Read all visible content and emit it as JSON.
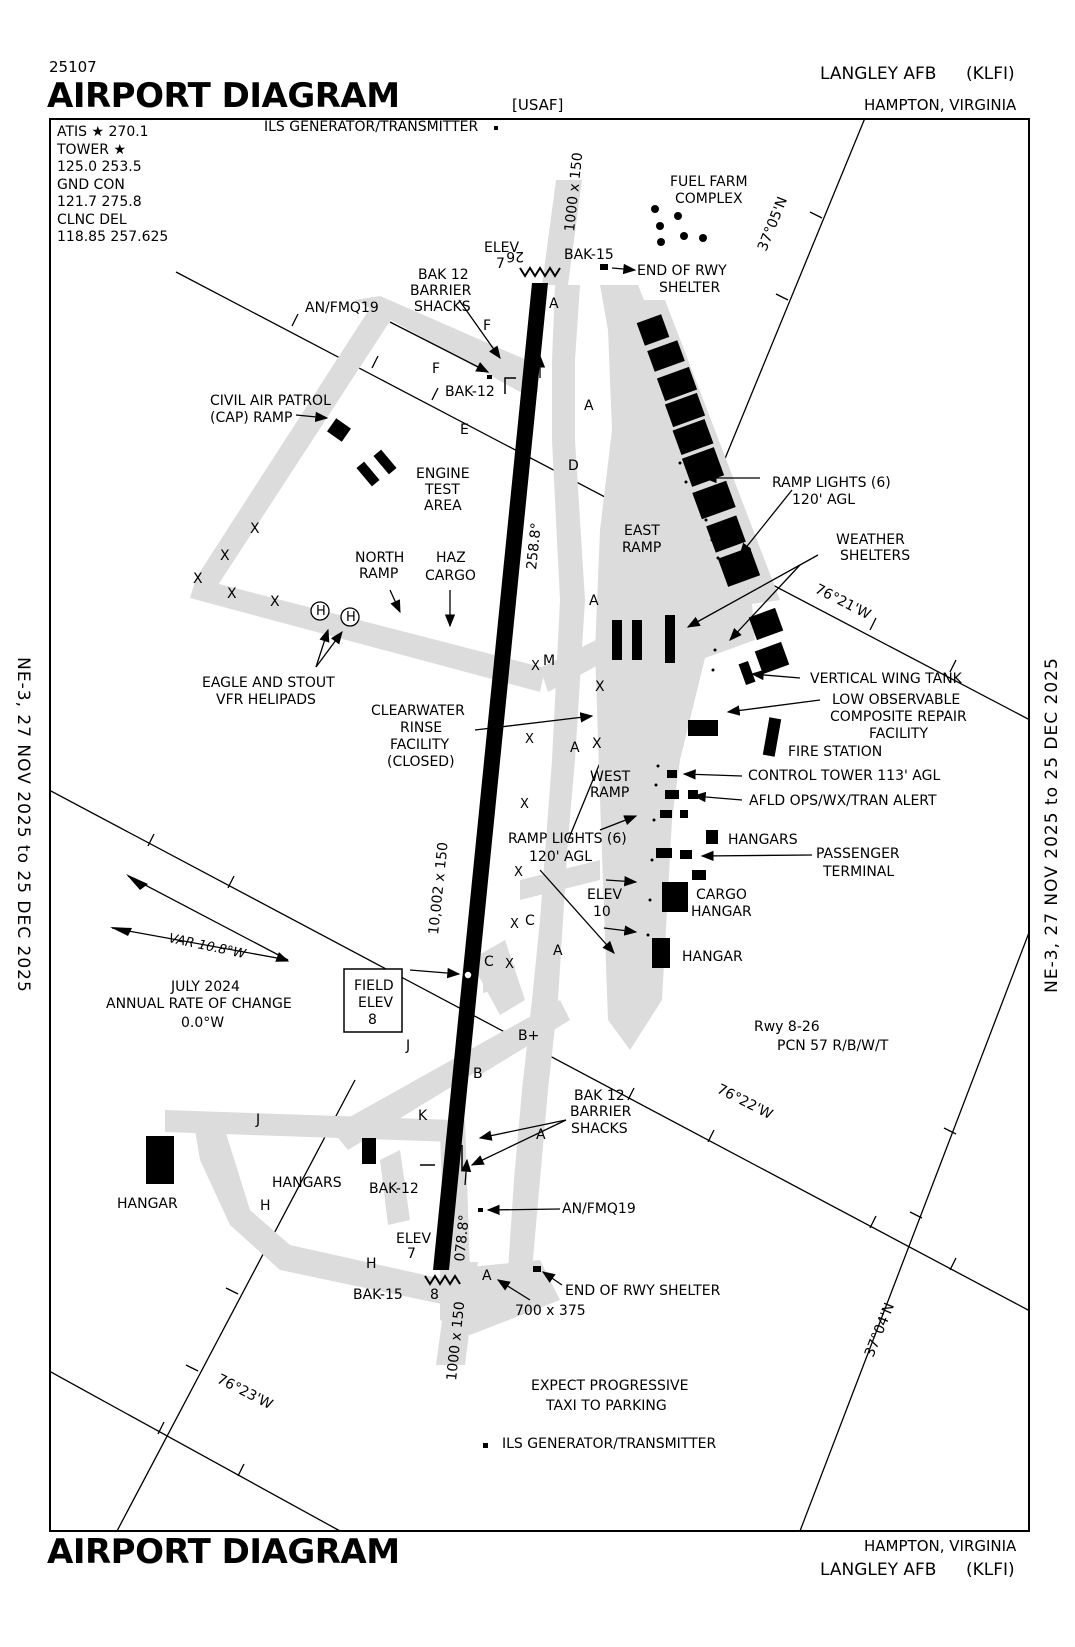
{
  "header": {
    "chart_id": "25107",
    "title": "AIRPORT DIAGRAM",
    "agency": "[USAF]",
    "airport": "LANGLEY AFB",
    "ident": "(KLFI)",
    "location": "HAMPTON, VIRGINIA"
  },
  "footer": {
    "title": "AIRPORT DIAGRAM",
    "location": "HAMPTON, VIRGINIA",
    "airport": "LANGLEY AFB",
    "ident": "(KLFI)"
  },
  "side_text": "NE-3, 27 NOV 2025 to 25 DEC 2025",
  "freqs": [
    "ATIS ★ 270.1",
    "TOWER ★",
    "125.0  253.5",
    "GND CON",
    "121.7  275.8",
    "CLNC DEL",
    "118.85  257.625"
  ],
  "magvar": {
    "var": "VAR 10.8°W",
    "date": "JULY 2024",
    "rate_label": "ANNUAL RATE OF CHANGE",
    "rate": "0.0°W"
  },
  "field_elev": {
    "l1": "FIELD",
    "l2": "ELEV",
    "l3": "8"
  },
  "runway": {
    "dims": "10,002 x 150",
    "hdg_n": "258.8°",
    "hdg_s": "078.8°",
    "num_n": "26",
    "num_s": "8",
    "overrun_n": "1000 x 150",
    "overrun_s": "1000 x 150",
    "elev_n": "ELEV",
    "elev_n_val": "7",
    "elev_s": "ELEV",
    "elev_s_val": "7",
    "pcn_l1": "Rwy 8-26",
    "pcn_l2": "PCN 57 R/B/W/T"
  },
  "coords": {
    "lat_n": "37°05'N",
    "lat_s": "37°04'N",
    "lon_1": "76°21'W",
    "lon_2": "76°22'W",
    "lon_3": "76°23'W"
  },
  "labels": {
    "ils_top": "ILS GENERATOR/TRANSMITTER",
    "ils_bottom": "ILS GENERATOR/TRANSMITTER",
    "fuel_farm_1": "FUEL FARM",
    "fuel_farm_2": "COMPLEX",
    "bak15_n": "BAK-15",
    "end_rwy_1": "END OF RWY",
    "end_rwy_2": "SHELTER",
    "bak12_shacks_n_1": "BAK 12",
    "bak12_shacks_n_2": "BARRIER",
    "bak12_shacks_n_3": "SHACKS",
    "anfmq_n": "AN/FMQ19",
    "bak12_n": "BAK-12",
    "cap_1": "CIVIL AIR PATROL",
    "cap_2": "(CAP) RAMP",
    "engine_1": "ENGINE",
    "engine_2": "TEST",
    "engine_3": "AREA",
    "ramp_lights_n_1": "RAMP LIGHTS (6)",
    "ramp_lights_n_2": "120' AGL",
    "east_ramp_1": "EAST",
    "east_ramp_2": "RAMP",
    "weather_1": "WEATHER",
    "weather_2": "SHELTERS",
    "north_ramp_1": "NORTH",
    "north_ramp_2": "RAMP",
    "haz_1": "HAZ",
    "haz_2": "CARGO",
    "helipads_1": "EAGLE AND STOUT",
    "helipads_2": "VFR HELIPADS",
    "vwt": "VERTICAL WING TANK",
    "locr_1": "LOW OBSERVABLE",
    "locr_2": "COMPOSITE REPAIR",
    "locr_3": "FACILITY",
    "fire": "FIRE STATION",
    "clearwater_1": "CLEARWATER",
    "clearwater_2": "RINSE",
    "clearwater_3": "FACILITY",
    "clearwater_4": "(CLOSED)",
    "west_ramp_1": "WEST",
    "west_ramp_2": "RAMP",
    "tower": "CONTROL TOWER 113' AGL",
    "afld": "AFLD OPS/WX/TRAN ALERT",
    "ramp_lights_s_1": "RAMP LIGHTS (6)",
    "ramp_lights_s_2": "120' AGL",
    "hangars_e": "HANGARS",
    "pax_1": "PASSENGER",
    "pax_2": "TERMINAL",
    "elev10_1": "ELEV",
    "elev10_2": "10",
    "cargo_1": "CARGO",
    "cargo_2": "HANGAR",
    "hangar_e": "HANGAR",
    "bak12_shacks_s_1": "BAK 12",
    "bak12_shacks_s_2": "BARRIER",
    "bak12_shacks_s_3": "SHACKS",
    "hangars_w": "HANGARS",
    "bak12_s": "BAK-12",
    "anfmq_s": "AN/FMQ19",
    "hangar_w": "HANGAR",
    "bak15_s": "BAK-15",
    "end_rwy_s": "END OF RWY SHELTER",
    "pad_dims": "700 x 375",
    "progressive_1": "EXPECT PROGRESSIVE",
    "progressive_2": "TAXI TO PARKING"
  },
  "taxiways": {
    "A": "A",
    "B": "B",
    "Bplus": "B+",
    "C": "C",
    "D": "D",
    "E": "E",
    "F": "F",
    "H": "H",
    "J": "J",
    "K": "K",
    "M": "M",
    "X": "X"
  }
}
